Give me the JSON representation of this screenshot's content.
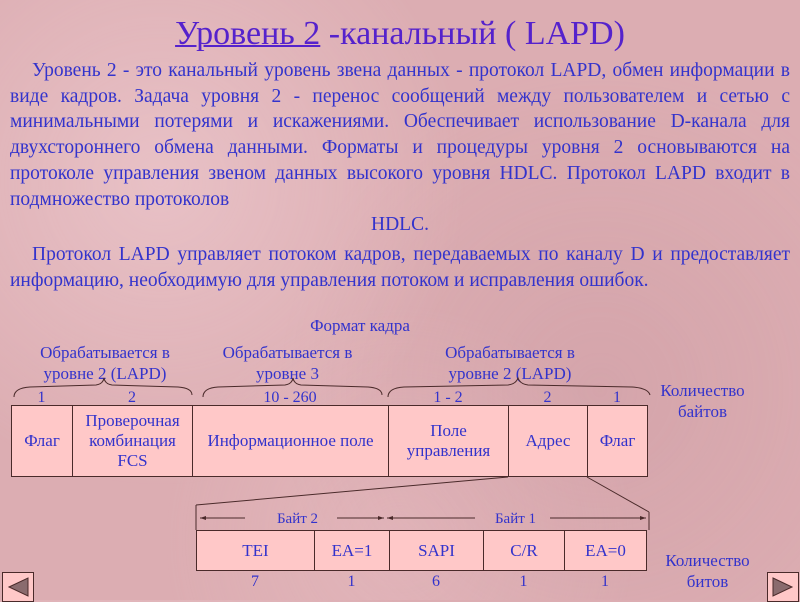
{
  "title": {
    "link_part": "Уровень 2",
    "rest": " -канальный ( LAPD)"
  },
  "paragraphs": {
    "p1": "Уровень 2 - это канальный уровень звена данных - протокол LAPD, обмен информации в виде кадров. Задача уровня 2 - перенос сообщений между пользователем и сетью с минимальными потерями и искажениями. Обеспечивает использование D-канала для двухстороннего обмена данными. Форматы и процедуры уровня 2 основываются на протоколе управления звеном данных высокого уровня HDLC. Протокол LAPD входит в подмножество протоколов",
    "p1_last": "HDLC.",
    "p2": "Протокол LAPD управляет потоком кадров, передаваемых по каналу D и предоставляет информацию, необходимую для управления потоком и исправления ошибок."
  },
  "diagram": {
    "caption": "Формат кадра",
    "groups": [
      {
        "line1": "Обрабатывается в",
        "line2": "уровне 2 (LAPD)"
      },
      {
        "line1": "Обрабатывается в",
        "line2": "уровне 3"
      },
      {
        "line1": "Обрабатывается в",
        "line2": "уровне 2 (LAPD)"
      }
    ],
    "byte_count_label": {
      "line1": "Количество",
      "line2": "байтов"
    },
    "frame_fields": [
      {
        "label": "Флаг",
        "bytes": "1"
      },
      {
        "label": "Проверочная комбинация FCS",
        "bytes": "2"
      },
      {
        "label": "Информационное поле",
        "bytes": "10 - 260"
      },
      {
        "label": "Поле управления",
        "bytes": "1 - 2"
      },
      {
        "label": "Адрес",
        "bytes": "2"
      },
      {
        "label": "Флаг",
        "bytes": "1"
      }
    ],
    "address": {
      "byte2_label": "Байт 2",
      "byte1_label": "Байт 1",
      "fields": [
        {
          "label": "TEI",
          "bits": "7"
        },
        {
          "label": "EA=1",
          "bits": "1"
        },
        {
          "label": "SAPI",
          "bits": "6"
        },
        {
          "label": "C/R",
          "bits": "1"
        },
        {
          "label": "EA=0",
          "bits": "1"
        }
      ],
      "bit_count_label": {
        "line1": "Количество",
        "line2": "битов"
      }
    }
  },
  "nav": {
    "prev_icon": "triangle-left-icon",
    "next_icon": "triangle-right-icon"
  }
}
